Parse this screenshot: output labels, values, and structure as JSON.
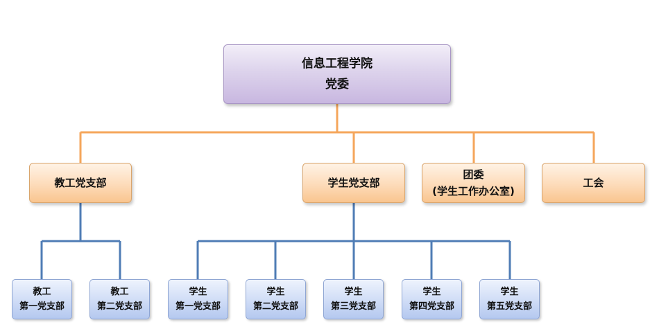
{
  "root": {
    "line1": "信息工程学院",
    "line2": "党委"
  },
  "level1": {
    "faculty_branch": "教工党支部",
    "student_branch": "学生党支部",
    "youth_league_line1": "团委",
    "youth_league_line2": "(学生工作办公室)",
    "union": "工会"
  },
  "faculty_subbranches": [
    {
      "line1": "教工",
      "line2": "第一党支部"
    },
    {
      "line1": "教工",
      "line2": "第二党支部"
    }
  ],
  "student_subbranches": [
    {
      "line1": "学生",
      "line2": "第一党支部"
    },
    {
      "line1": "学生",
      "line2": "第二党支部"
    },
    {
      "line1": "学生",
      "line2": "第三党支部"
    },
    {
      "line1": "学生",
      "line2": "第四党支部"
    },
    {
      "line1": "学生",
      "line2": "第五党支部"
    }
  ],
  "colors": {
    "orange_connector": "#f5a65b",
    "blue_connector": "#4f7cb5"
  }
}
